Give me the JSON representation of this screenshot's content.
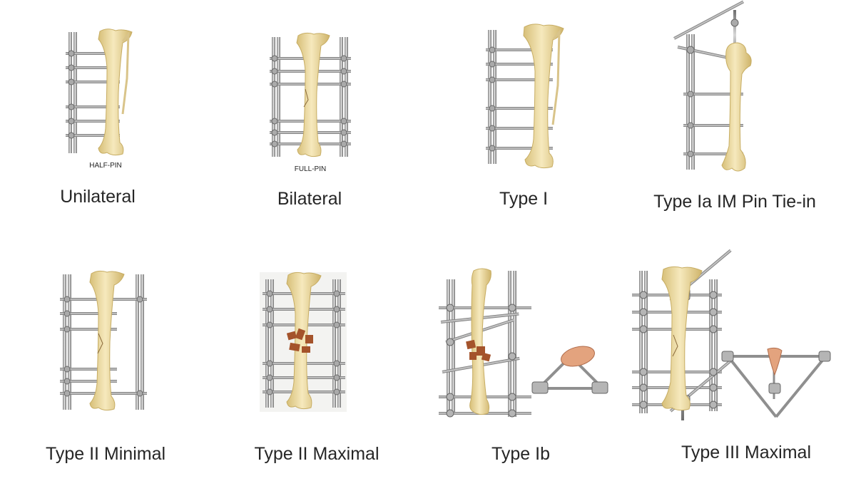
{
  "panels": [
    {
      "id": "unilateral",
      "caption": "Unilateral",
      "note": "HALF-PIN"
    },
    {
      "id": "bilateral",
      "caption": "Bilateral",
      "note": "FULL-PIN"
    },
    {
      "id": "type-i",
      "caption": "Type I"
    },
    {
      "id": "type-ia",
      "caption": "Type Ia IM Pin Tie-in"
    },
    {
      "id": "type-ii-minimal",
      "caption": "Type II Minimal"
    },
    {
      "id": "type-ii-maximal",
      "caption": "Type II Maximal"
    },
    {
      "id": "type-ib",
      "caption": "Type Ib"
    },
    {
      "id": "type-iii-maximal",
      "caption": "Type III Maximal"
    }
  ],
  "colors": {
    "bone": "#ecdba0",
    "bone_outline": "#c7ad63",
    "rod": "#8f8f8f",
    "rod_highlight": "#d9d9d9",
    "fracture_fragment": "#a4532b",
    "soft_tissue": "#e3a37e",
    "caption": "#262626"
  }
}
